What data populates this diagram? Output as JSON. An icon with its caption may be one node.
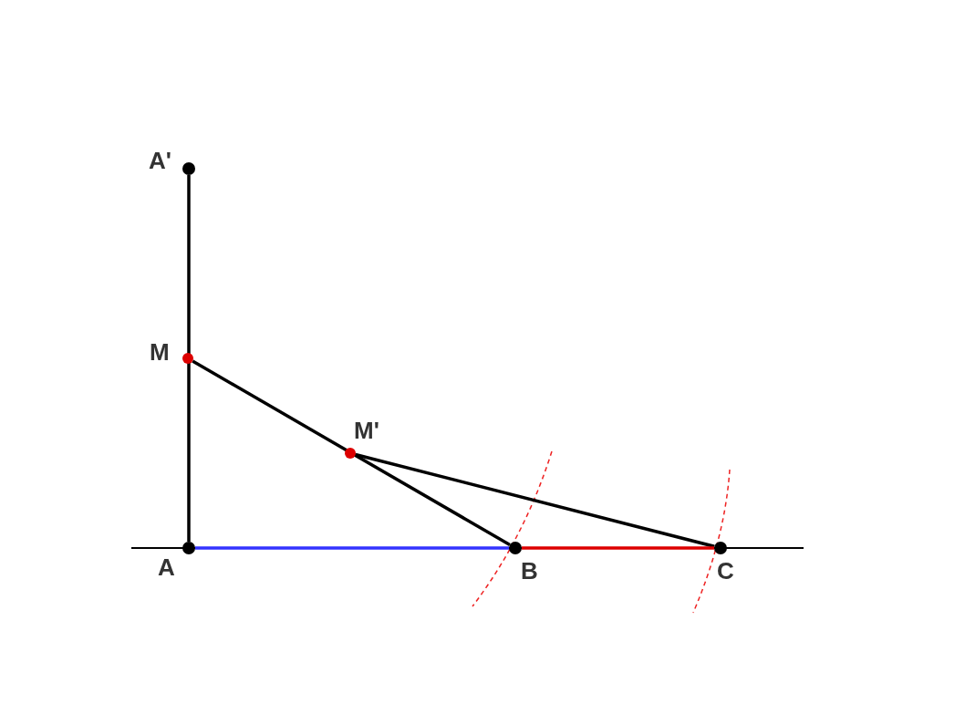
{
  "diagram": {
    "nodes": [
      {
        "text": [
          "A'"
        ]
      },
      {
        "text": [
          "M"
        ]
      },
      {
        "text": [
          "M'"
        ]
      },
      {
        "text": [
          "A"
        ]
      },
      {
        "text": [
          "B"
        ]
      },
      {
        "text": [
          "C"
        ]
      }
    ],
    "edges": [
      {
        "from": 0,
        "to": 3,
        "arrow": "none"
      },
      {
        "from": 1,
        "to": 4,
        "arrow": "none"
      },
      {
        "from": 2,
        "to": 5,
        "arrow": "none"
      },
      {
        "from": 3,
        "to": 4,
        "arrow": "none",
        "color": "#3333ff"
      },
      {
        "from": 4,
        "to": 5,
        "arrow": "none",
        "color": "#dd0000"
      }
    ]
  }
}
